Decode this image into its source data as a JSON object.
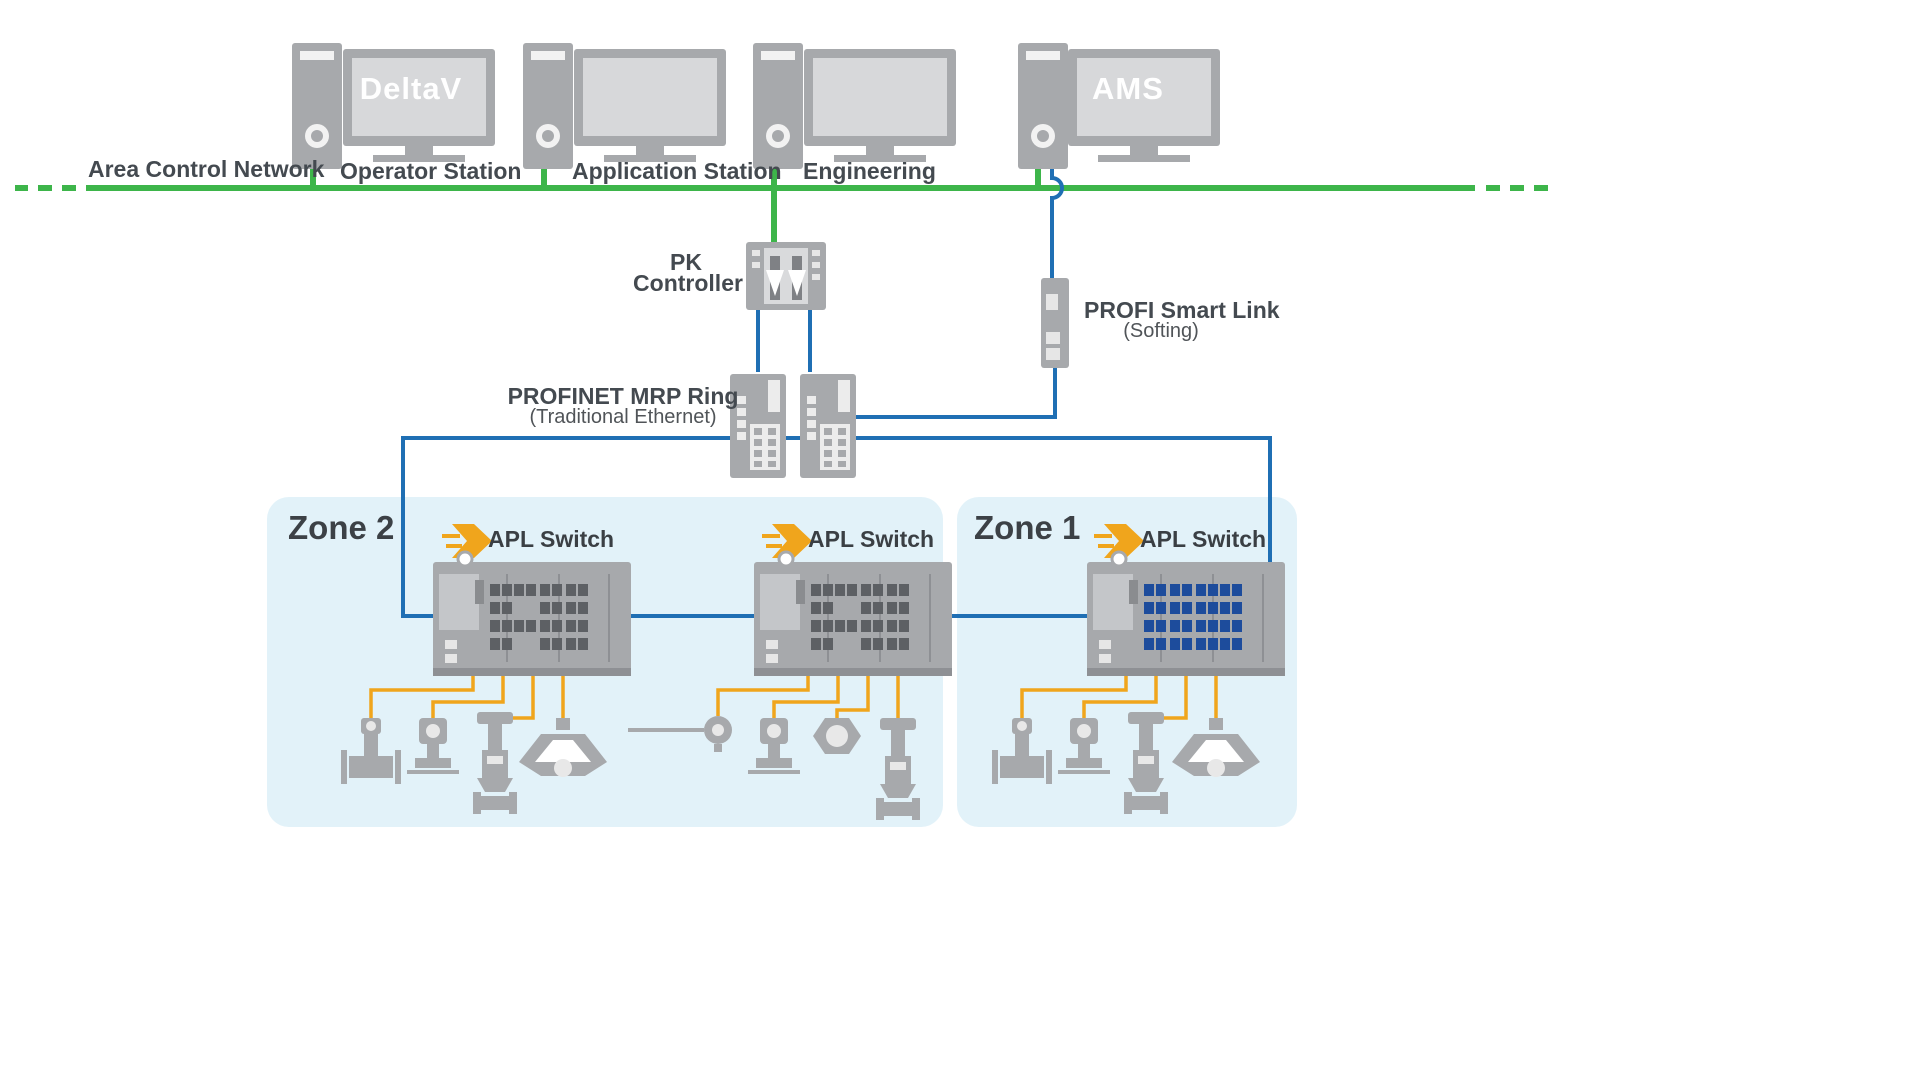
{
  "network": {
    "area_label": "Area Control Network",
    "stations": [
      {
        "label": "Operator Station",
        "screen_text": "DeltaV"
      },
      {
        "label": "Application Station",
        "screen_text": ""
      },
      {
        "label": "Engineering",
        "screen_text": ""
      },
      {
        "label": "",
        "screen_text": "AMS"
      }
    ]
  },
  "controller": {
    "line1": "PK",
    "line2": "Controller"
  },
  "smart_link": {
    "title": "PROFI Smart Link",
    "subtitle": "(Softing)"
  },
  "ring": {
    "title": "PROFINET MRP Ring",
    "subtitle": "(Traditional Ethernet)"
  },
  "zones": [
    {
      "label": "Zone 2"
    },
    {
      "label": "Zone 1"
    }
  ],
  "apl_switches": [
    {
      "label": "APL Switch"
    },
    {
      "label": "APL Switch"
    },
    {
      "label": "APL Switch"
    }
  ],
  "colors": {
    "network_green": "#3db54a",
    "profinet_blue": "#1f6fb4",
    "apl_orange": "#f0a51c",
    "zone_fill": "#e2f2f9",
    "device_gray": "#a7a9ac"
  }
}
